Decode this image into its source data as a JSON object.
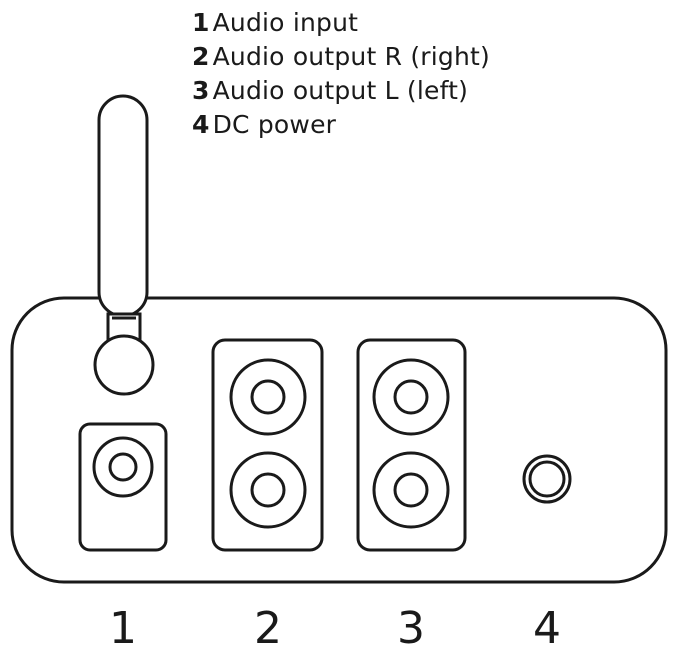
{
  "legend": [
    {
      "num": "1",
      "text": "Audio input"
    },
    {
      "num": "2",
      "text": "Audio output R (right)"
    },
    {
      "num": "3",
      "text": "Audio output L (left)"
    },
    {
      "num": "4",
      "text": "DC power"
    }
  ],
  "port_labels": [
    "1",
    "2",
    "3",
    "4"
  ],
  "colors": {
    "stroke": "#1a1a1a",
    "background": "#ffffff"
  }
}
